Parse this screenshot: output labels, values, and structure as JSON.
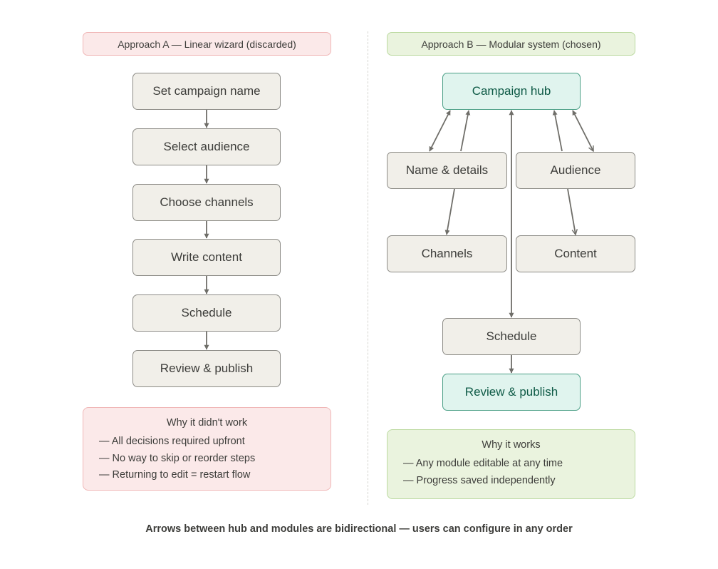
{
  "approach_a": {
    "banner": "Approach A — Linear wizard (discarded)",
    "steps": [
      "Set campaign name",
      "Select audience",
      "Choose channels",
      "Write content",
      "Schedule",
      "Review & publish"
    ],
    "note": {
      "title": "Why it didn't work",
      "lines": [
        "— All decisions required upfront",
        "— No way to skip or reorder steps",
        "— Returning to edit = restart flow"
      ]
    }
  },
  "approach_b": {
    "banner": "Approach B — Modular system (chosen)",
    "hub": "Campaign hub",
    "modules": {
      "name_details": "Name & details",
      "audience": "Audience",
      "channels": "Channels",
      "content": "Content",
      "schedule": "Schedule",
      "review": "Review & publish"
    },
    "note": {
      "title": "Why it works",
      "lines": [
        "— Any module editable at any time",
        "— Progress saved independently"
      ]
    }
  },
  "caption": "Arrows between hub and modules are bidirectional — users can configure in any order",
  "colors": {
    "discarded_fill": "#fbe9e9",
    "chosen_fill": "#eaf3de",
    "accent_fill": "#e0f4ee",
    "accent_text": "#0e5a46",
    "node_fill": "#f1efe9",
    "arrow": "#6f6e69"
  }
}
